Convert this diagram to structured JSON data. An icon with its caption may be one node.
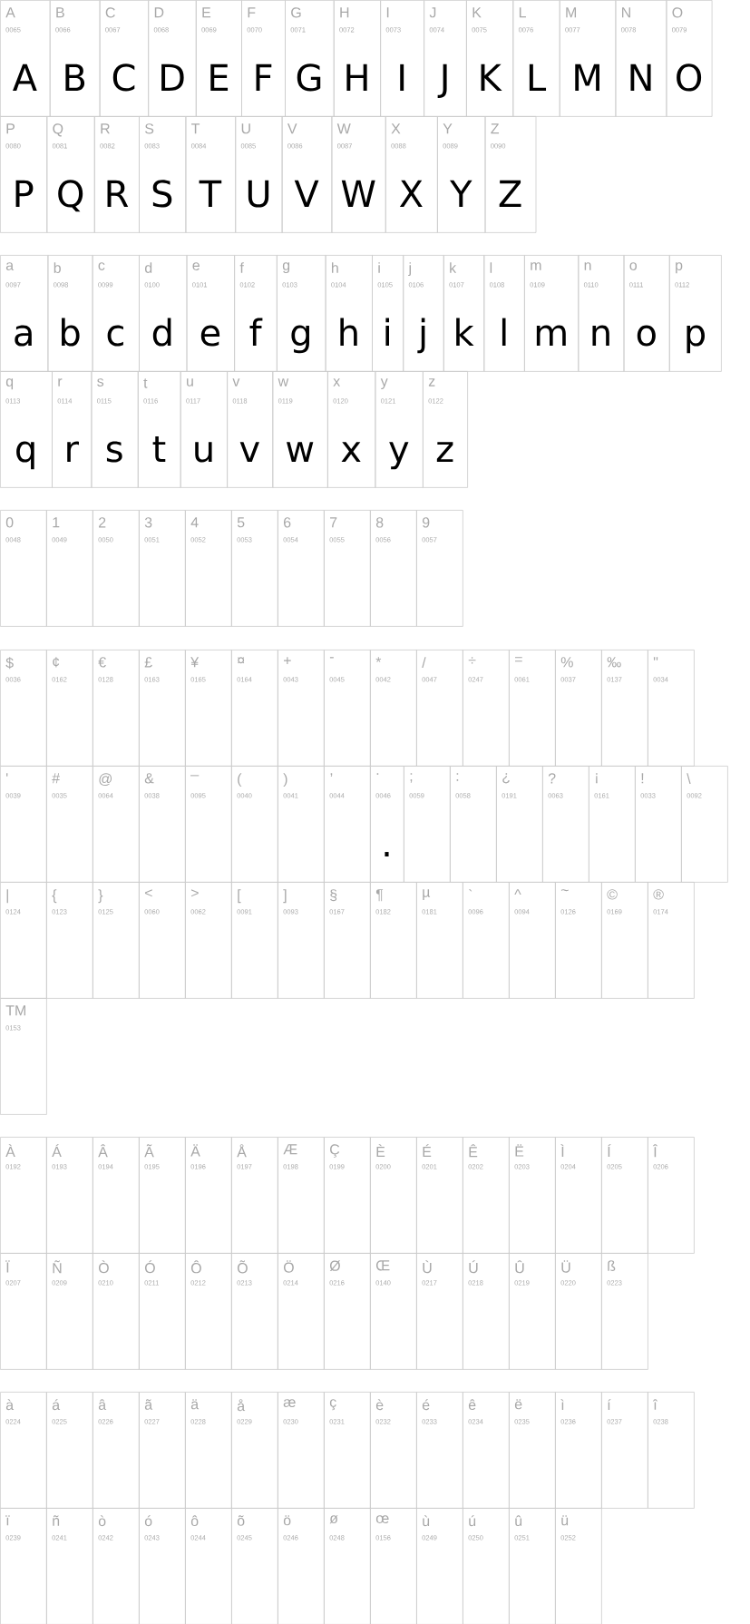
{
  "diagram": {
    "nodes": [
      {
        "text": [
          "A",
          "0065",
          "A"
        ]
      },
      {
        "text": [
          "B",
          "0066",
          "B"
        ]
      },
      {
        "text": [
          "C",
          "0067",
          "C"
        ]
      },
      {
        "text": [
          "D",
          "0068",
          "D"
        ]
      },
      {
        "text": [
          "E",
          "0069",
          "E"
        ]
      },
      {
        "text": [
          "F",
          "0070",
          "F"
        ]
      },
      {
        "text": [
          "G",
          "0071",
          "G"
        ]
      },
      {
        "text": [
          "H",
          "0072",
          "H"
        ]
      },
      {
        "text": [
          "I",
          "0073",
          "I"
        ]
      },
      {
        "text": [
          "J",
          "0074",
          "J"
        ]
      },
      {
        "text": [
          "K",
          "0075",
          "K"
        ]
      },
      {
        "text": [
          "L",
          "0076",
          "L"
        ]
      },
      {
        "text": [
          "M",
          "0077",
          "M"
        ]
      },
      {
        "text": [
          "N",
          "0078",
          "N"
        ]
      },
      {
        "text": [
          "O",
          "0079",
          "O"
        ]
      },
      {
        "text": [
          "P",
          "0080",
          "P"
        ]
      },
      {
        "text": [
          "Q",
          "0081",
          "Q"
        ]
      },
      {
        "text": [
          "R",
          "0082",
          "R"
        ]
      },
      {
        "text": [
          "S",
          "0083",
          "S"
        ]
      },
      {
        "text": [
          "T",
          "0084",
          "T"
        ]
      },
      {
        "text": [
          "U",
          "0085",
          "U"
        ]
      },
      {
        "text": [
          "V",
          "0086",
          "V"
        ]
      },
      {
        "text": [
          "W",
          "0087",
          "W"
        ]
      },
      {
        "text": [
          "X",
          "0088",
          "X"
        ]
      },
      {
        "text": [
          "Y",
          "0089",
          "Y"
        ]
      },
      {
        "text": [
          "Z",
          "0090",
          "Z"
        ]
      },
      {
        "text": [
          "a",
          "0097",
          "a"
        ]
      },
      {
        "text": [
          "b",
          "0098",
          "b"
        ]
      },
      {
        "text": [
          "c",
          "0099",
          "c"
        ]
      },
      {
        "text": [
          "d",
          "0100",
          "d"
        ]
      },
      {
        "text": [
          "e",
          "0101",
          "e"
        ]
      },
      {
        "text": [
          "f",
          "0102",
          "f"
        ]
      },
      {
        "text": [
          "g",
          "0103",
          "g"
        ]
      },
      {
        "text": [
          "h",
          "0104",
          "h"
        ]
      },
      {
        "text": [
          "i",
          "0105",
          "i"
        ]
      },
      {
        "text": [
          "j",
          "0106",
          "j"
        ]
      },
      {
        "text": [
          "k",
          "0107",
          "k"
        ]
      },
      {
        "text": [
          "l",
          "0108",
          "l"
        ]
      },
      {
        "text": [
          "m",
          "0109",
          "m"
        ]
      },
      {
        "text": [
          "n",
          "0110",
          "n"
        ]
      },
      {
        "text": [
          "o",
          "0111",
          "o"
        ]
      },
      {
        "text": [
          "p",
          "0112",
          "p"
        ]
      },
      {
        "text": [
          "q",
          "0113",
          "q"
        ]
      },
      {
        "text": [
          "r",
          "0114",
          "r"
        ]
      },
      {
        "text": [
          "s",
          "0115",
          "s"
        ]
      },
      {
        "text": [
          "t",
          "0116",
          "t"
        ]
      },
      {
        "text": [
          "u",
          "0117",
          "u"
        ]
      },
      {
        "text": [
          "v",
          "0118",
          "v"
        ]
      },
      {
        "text": [
          "w",
          "0119",
          "w"
        ]
      },
      {
        "text": [
          "x",
          "0120",
          "x"
        ]
      },
      {
        "text": [
          "y",
          "0121",
          "y"
        ]
      },
      {
        "text": [
          "z",
          "0122",
          "z"
        ]
      },
      {
        "text": [
          "0",
          "0048"
        ]
      },
      {
        "text": [
          "1",
          "0049"
        ]
      },
      {
        "text": [
          "2",
          "0050"
        ]
      },
      {
        "text": [
          "3",
          "0051"
        ]
      },
      {
        "text": [
          "4",
          "0052"
        ]
      },
      {
        "text": [
          "5",
          "0053"
        ]
      },
      {
        "text": [
          "6",
          "0054"
        ]
      },
      {
        "text": [
          "7",
          "0055"
        ]
      },
      {
        "text": [
          "8",
          "0056"
        ]
      },
      {
        "text": [
          "9",
          "0057"
        ]
      },
      {
        "text": [
          "$",
          "0036"
        ]
      },
      {
        "text": [
          "¢",
          "0162"
        ]
      },
      {
        "text": [
          "€",
          "0128"
        ]
      },
      {
        "text": [
          "£",
          "0163"
        ]
      },
      {
        "text": [
          "¥",
          "0165"
        ]
      },
      {
        "text": [
          "¤",
          "0164"
        ]
      },
      {
        "text": [
          "+",
          "0043"
        ]
      },
      {
        "text": [
          "-",
          "0045"
        ]
      },
      {
        "text": [
          "*",
          "0042"
        ]
      },
      {
        "text": [
          "/",
          "0047"
        ]
      },
      {
        "text": [
          "÷",
          "0247"
        ]
      },
      {
        "text": [
          "=",
          "0061"
        ]
      },
      {
        "text": [
          "%",
          "0037"
        ]
      },
      {
        "text": [
          "‰",
          "0137"
        ]
      },
      {
        "text": [
          "\"",
          "0034"
        ]
      },
      {
        "text": [
          "'",
          "0039"
        ]
      },
      {
        "text": [
          "#",
          "0035"
        ]
      },
      {
        "text": [
          "@",
          "0064"
        ]
      },
      {
        "text": [
          "&",
          "0038"
        ]
      },
      {
        "text": [
          "_",
          "0095"
        ]
      },
      {
        "text": [
          "(",
          "0040"
        ]
      },
      {
        "text": [
          ")",
          "0041"
        ]
      },
      {
        "text": [
          ",",
          "0044"
        ]
      },
      {
        "text": [
          ".",
          "0046",
          "."
        ]
      },
      {
        "text": [
          ";",
          "0059"
        ]
      },
      {
        "text": [
          ":",
          "0058"
        ]
      },
      {
        "text": [
          "¿",
          "0191"
        ]
      },
      {
        "text": [
          "?",
          "0063"
        ]
      },
      {
        "text": [
          "¡",
          "0161"
        ]
      },
      {
        "text": [
          "!",
          "0033"
        ]
      },
      {
        "text": [
          "\\",
          "0092"
        ]
      },
      {
        "text": [
          "|",
          "0124"
        ]
      },
      {
        "text": [
          "{",
          "0123"
        ]
      },
      {
        "text": [
          "}",
          "0125"
        ]
      },
      {
        "text": [
          "<",
          "0060"
        ]
      },
      {
        "text": [
          ">",
          "0062"
        ]
      },
      {
        "text": [
          "[",
          "0091"
        ]
      },
      {
        "text": [
          "]",
          "0093"
        ]
      },
      {
        "text": [
          "§",
          "0167"
        ]
      },
      {
        "text": [
          "¶",
          "0182"
        ]
      },
      {
        "text": [
          "µ",
          "0181"
        ]
      },
      {
        "text": [
          "`",
          "0096"
        ]
      },
      {
        "text": [
          "^",
          "0094"
        ]
      },
      {
        "text": [
          "~",
          "0126"
        ]
      },
      {
        "text": [
          "©",
          "0169"
        ]
      },
      {
        "text": [
          "®",
          "0174"
        ]
      },
      {
        "text": [
          "TM",
          "0153"
        ]
      },
      {
        "text": [
          "À",
          "0192"
        ]
      },
      {
        "text": [
          "Á",
          "0193"
        ]
      },
      {
        "text": [
          "Â",
          "0194"
        ]
      },
      {
        "text": [
          "Ã",
          "0195"
        ]
      },
      {
        "text": [
          "Ä",
          "0196"
        ]
      },
      {
        "text": [
          "Å",
          "0197"
        ]
      },
      {
        "text": [
          "Æ",
          "0198"
        ]
      },
      {
        "text": [
          "Ç",
          "0199"
        ]
      },
      {
        "text": [
          "È",
          "0200"
        ]
      },
      {
        "text": [
          "É",
          "0201"
        ]
      },
      {
        "text": [
          "Ê",
          "0202"
        ]
      },
      {
        "text": [
          "Ë",
          "0203"
        ]
      },
      {
        "text": [
          "Ì",
          "0204"
        ]
      },
      {
        "text": [
          "Í",
          "0205"
        ]
      },
      {
        "text": [
          "Î",
          "0206"
        ]
      },
      {
        "text": [
          "Ï",
          "0207"
        ]
      },
      {
        "text": [
          "Ñ",
          "0209"
        ]
      },
      {
        "text": [
          "Ò",
          "0210"
        ]
      },
      {
        "text": [
          "Ó",
          "0211"
        ]
      },
      {
        "text": [
          "Ô",
          "0212"
        ]
      },
      {
        "text": [
          "Õ",
          "0213"
        ]
      },
      {
        "text": [
          "Ö",
          "0214"
        ]
      },
      {
        "text": [
          "Ø",
          "0216"
        ]
      },
      {
        "text": [
          "Œ",
          "0140"
        ]
      },
      {
        "text": [
          "Ù",
          "0217"
        ]
      },
      {
        "text": [
          "Ú",
          "0218"
        ]
      },
      {
        "text": [
          "Û",
          "0219"
        ]
      },
      {
        "text": [
          "Ü",
          "0220"
        ]
      },
      {
        "text": [
          "ß",
          "0223"
        ]
      },
      {
        "text": [
          "à",
          "0224"
        ]
      },
      {
        "text": [
          "á",
          "0225"
        ]
      },
      {
        "text": [
          "â",
          "0226"
        ]
      },
      {
        "text": [
          "ã",
          "0227"
        ]
      },
      {
        "text": [
          "ä",
          "0228"
        ]
      },
      {
        "text": [
          "å",
          "0229"
        ]
      },
      {
        "text": [
          "æ",
          "0230"
        ]
      },
      {
        "text": [
          "ç",
          "0231"
        ]
      },
      {
        "text": [
          "è",
          "0232"
        ]
      },
      {
        "text": [
          "é",
          "0233"
        ]
      },
      {
        "text": [
          "ê",
          "0234"
        ]
      },
      {
        "text": [
          "ë",
          "0235"
        ]
      },
      {
        "text": [
          "ì",
          "0236"
        ]
      },
      {
        "text": [
          "í",
          "0237"
        ]
      },
      {
        "text": [
          "î",
          "0238"
        ]
      },
      {
        "text": [
          "ï",
          "0239"
        ]
      },
      {
        "text": [
          "ñ",
          "0241"
        ]
      },
      {
        "text": [
          "ò",
          "0242"
        ]
      },
      {
        "text": [
          "ó",
          "0243"
        ]
      },
      {
        "text": [
          "ô",
          "0244"
        ]
      },
      {
        "text": [
          "õ",
          "0245"
        ]
      },
      {
        "text": [
          "ö",
          "0246"
        ]
      },
      {
        "text": [
          "ø",
          "0248"
        ]
      },
      {
        "text": [
          "œ",
          "0156"
        ]
      },
      {
        "text": [
          "ù",
          "0249"
        ]
      },
      {
        "text": [
          "ú",
          "0250"
        ]
      },
      {
        "text": [
          "û",
          "0251"
        ]
      },
      {
        "text": [
          "ü",
          "0252"
        ]
      }
    ]
  }
}
